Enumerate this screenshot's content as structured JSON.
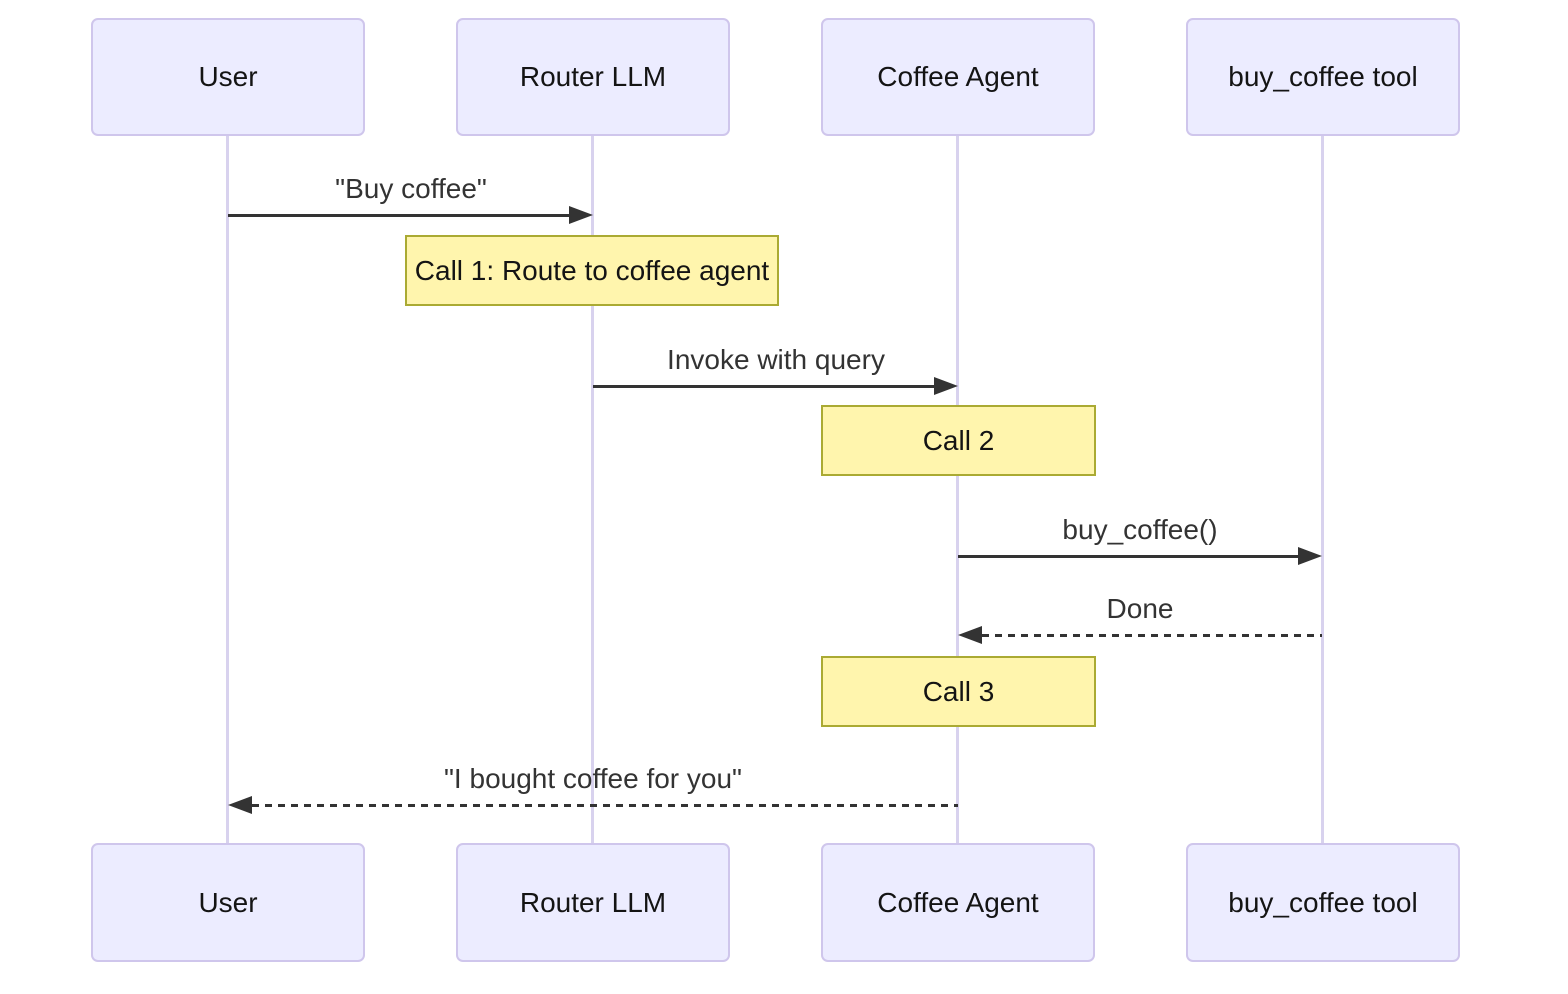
{
  "diagram": {
    "type": "sequence-diagram",
    "participants": [
      {
        "name": "User"
      },
      {
        "name": "Router LLM"
      },
      {
        "name": "Coffee Agent"
      },
      {
        "name": "buy_coffee tool"
      }
    ],
    "messages": [
      {
        "from": "User",
        "to": "Router LLM",
        "label": "\"Buy coffee\"",
        "line": "solid"
      },
      {
        "from": "Router LLM",
        "to": "Coffee Agent",
        "label": "Invoke with query",
        "line": "solid"
      },
      {
        "from": "Coffee Agent",
        "to": "buy_coffee tool",
        "label": "buy_coffee()",
        "line": "solid"
      },
      {
        "from": "buy_coffee tool",
        "to": "Coffee Agent",
        "label": "Done",
        "line": "dashed"
      },
      {
        "from": "Coffee Agent",
        "to": "User",
        "label": "\"I bought coffee for you\"",
        "line": "dashed"
      }
    ],
    "notes": [
      {
        "over": "Router LLM",
        "label": "Call 1: Route to coffee agent"
      },
      {
        "over": "Coffee Agent",
        "label": "Call 2"
      },
      {
        "over": "Coffee Agent",
        "label": "Call 3"
      }
    ],
    "colors": {
      "actor_fill": "#ECECFF",
      "actor_border": "#CFC6EC",
      "lifeline": "#D8D2EE",
      "note_fill": "#FFF5AD",
      "note_border": "#AAAA33",
      "message_line": "#333333",
      "text": "#333333",
      "background": "#FFFFFF"
    }
  }
}
